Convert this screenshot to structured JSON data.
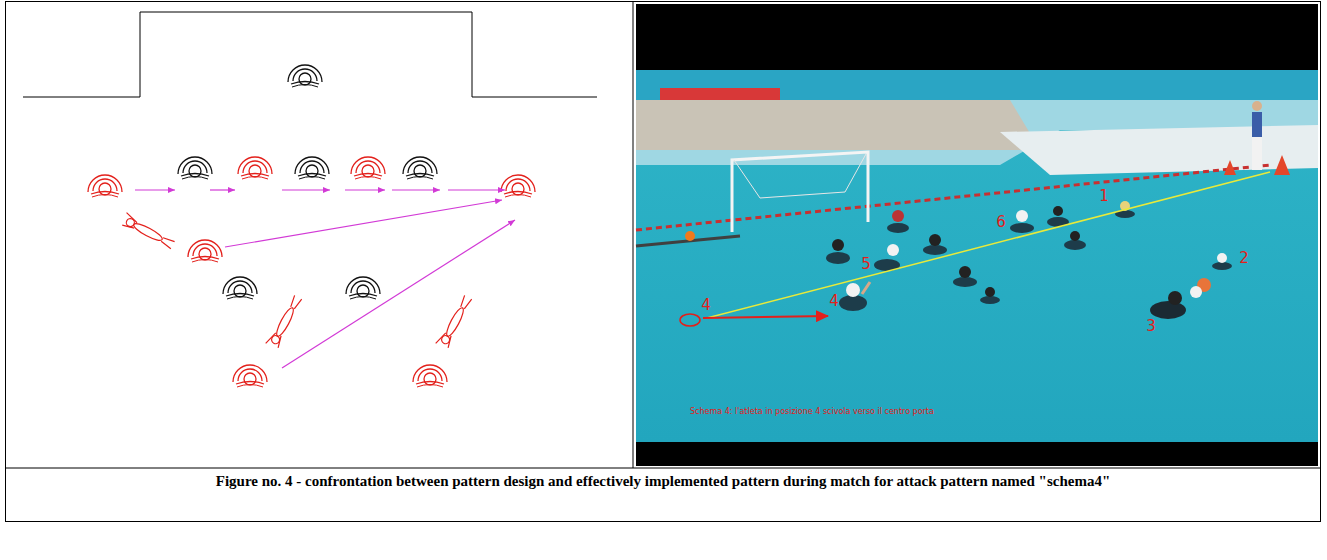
{
  "diagram": {
    "caption": "Figure no. 4 - confrontation between pattern design and effectively implemented pattern during match for attack pattern named \"schema4\"",
    "labels": [
      "1",
      "2",
      "6",
      "5",
      "4",
      "4",
      "3",
      "Schema 4: l'atleta in posizione 4 scivola verso il centro porta"
    ]
  }
}
